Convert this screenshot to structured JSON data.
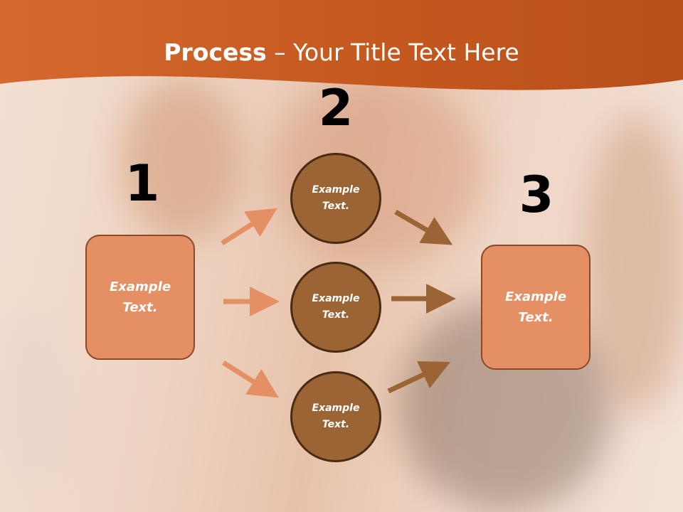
{
  "title": {
    "bold": "Process",
    "rest": " – Your Title Text Here"
  },
  "steps": [
    {
      "number": "1",
      "label": "Example\nText."
    },
    {
      "number": "2",
      "label": "Example\nText."
    },
    {
      "number": "3",
      "label": "Example\nText."
    }
  ],
  "middle": [
    {
      "label": "Example\nText."
    },
    {
      "label": "Example\nText."
    },
    {
      "label": "Example\nText."
    }
  ],
  "colors": {
    "header": "#c65a20",
    "box_fill": "#e48f64",
    "circle_fill": "#9a6434",
    "arrow_left": "#e48f64",
    "arrow_right": "#9a6434"
  }
}
